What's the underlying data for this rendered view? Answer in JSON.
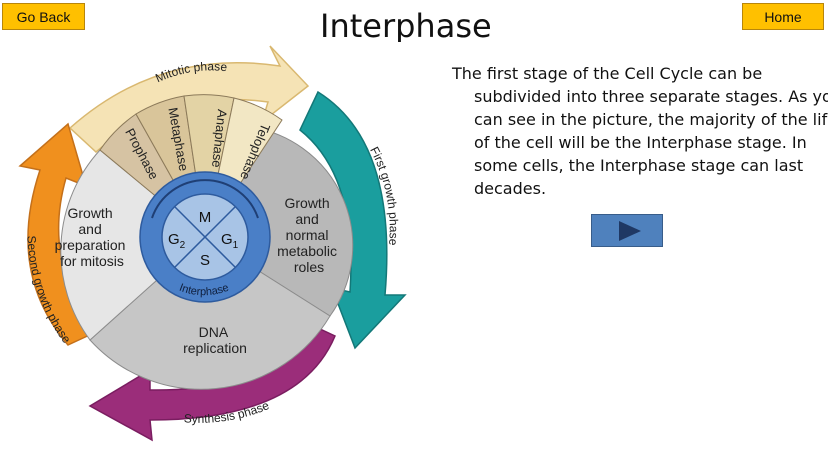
{
  "nav": {
    "go_back_label": "Go Back",
    "home_label": "Home"
  },
  "page": {
    "title": "Interphase",
    "description": "The first stage of the Cell Cycle can be subdivided into three separate stages. As you can see in the picture, the majority of the life of the cell will be the Interphase stage. In some cells, the Interphase stage can last decades."
  },
  "diagram": {
    "arrows": {
      "mitotic": "Mitotic phase",
      "first_growth": "First growth phase",
      "synthesis": "Synthesis phase",
      "second_growth": "Second growth phase"
    },
    "mitosis_stages": [
      "Prophase",
      "Metaphase",
      "Anaphase",
      "Telophase"
    ],
    "sectors": {
      "g1": [
        "Growth",
        "and",
        "normal",
        "metabolic",
        "roles"
      ],
      "s": [
        "DNA",
        "replication"
      ],
      "g2": [
        "Growth",
        "and",
        "preparation",
        "for mitosis"
      ]
    },
    "center": {
      "m": "M",
      "g1": "G",
      "g1_sub": "1",
      "g2": "G",
      "g2_sub": "2",
      "s": "S",
      "ring": "Interphase"
    }
  },
  "colors": {
    "nav_button": "#ffc000",
    "next_button": "#4f81bd",
    "mitotic_arrow": "#f5e3b5",
    "first_growth_arrow": "#1a9e9e",
    "synthesis_arrow": "#9b2d7a",
    "second_growth_arrow": "#f0901e",
    "center": "#a8c4e6",
    "center_ring": "#4a7fc7"
  }
}
